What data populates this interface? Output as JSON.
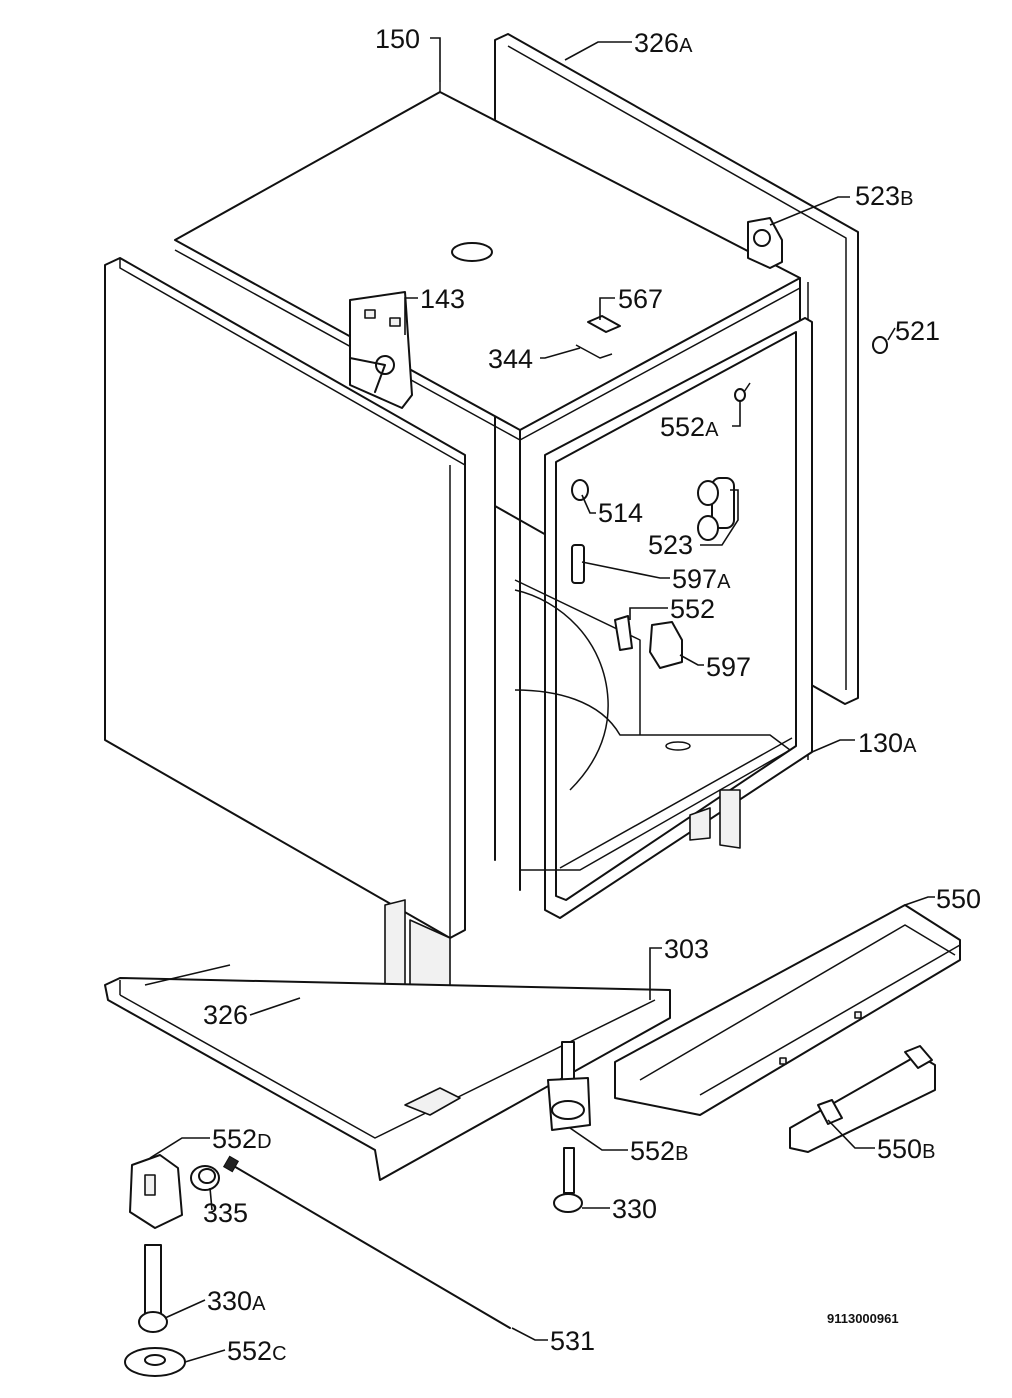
{
  "labels": {
    "p150": "150",
    "p326A": {
      "num": "326",
      "sfx": "A"
    },
    "p523B": {
      "num": "523",
      "sfx": "B"
    },
    "p143": "143",
    "p567": "567",
    "p521": "521",
    "p344": "344",
    "p552A": {
      "num": "552",
      "sfx": "A"
    },
    "p514": "514",
    "p523": "523",
    "p597A": {
      "num": "597",
      "sfx": "A"
    },
    "p552": "552",
    "p597": "597",
    "p130A": {
      "num": "130",
      "sfx": "A"
    },
    "p550": "550",
    "p303": "303",
    "p326": "326",
    "p552D": {
      "num": "552",
      "sfx": "D"
    },
    "p552B": {
      "num": "552",
      "sfx": "B"
    },
    "p335": "335",
    "p330": "330",
    "p550B": {
      "num": "550",
      "sfx": "B"
    },
    "p330A": {
      "num": "330",
      "sfx": "A"
    },
    "p531": "531",
    "p552C": {
      "num": "552",
      "sfx": "C"
    }
  },
  "drawing_code": "9113000961"
}
